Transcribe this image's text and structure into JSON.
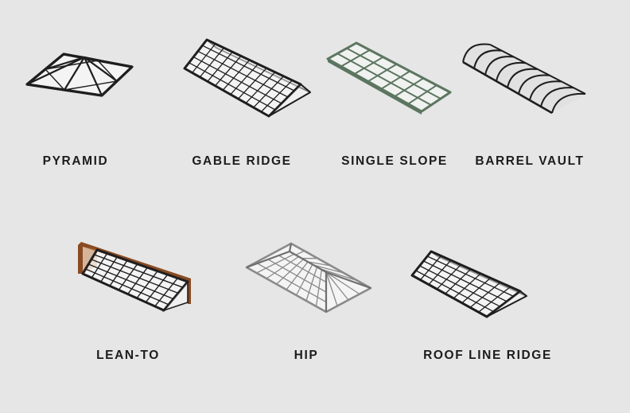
{
  "labels": {
    "pyramid": "PYRAMID",
    "gable_ridge": "GABLE RIDGE",
    "single_slope": "SINGLE SLOPE",
    "barrel_vault": "BARREL VAULT",
    "lean_to": "LEAN-TO",
    "hip": "HIP",
    "roof_line_ridge": "ROOF LINE RIDGE"
  },
  "colors": {
    "background": "#e6e6e6",
    "frame_dark": "#1e1e1e",
    "frame_green": "#5c7560",
    "frame_silver": "#8a8a8a",
    "wall_brown": "#8a4a22",
    "glass": "#ffffff"
  }
}
